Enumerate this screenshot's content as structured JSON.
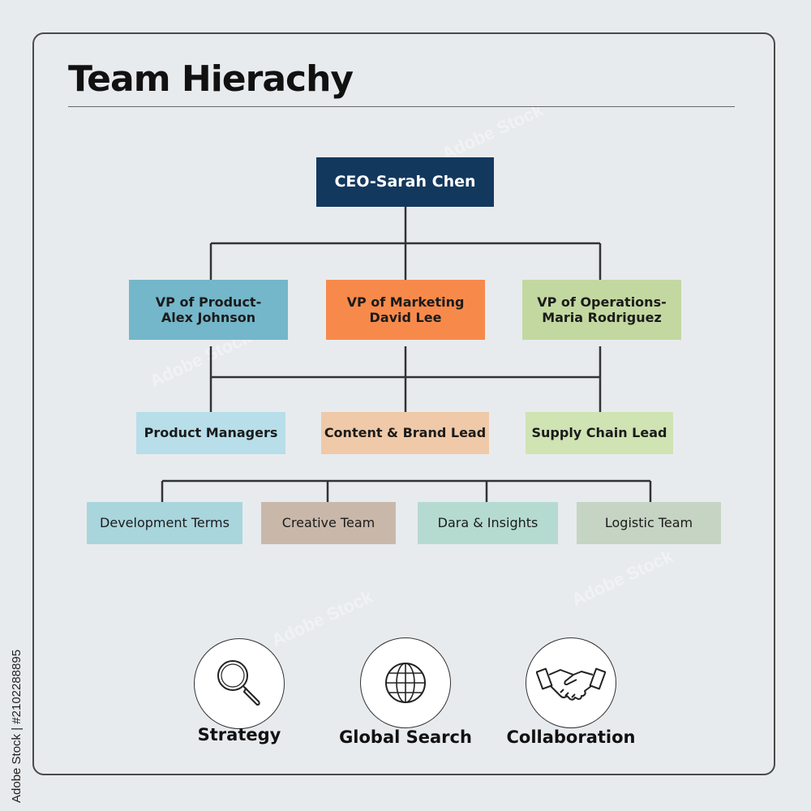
{
  "title": "Team Hierachy",
  "ceo": "CEO-Sarah Chen",
  "vps": [
    {
      "label": "VP of Product-\nAlex Johnson",
      "color": "#74b6ca"
    },
    {
      "label": "VP of Marketing\nDavid Lee",
      "color": "#f78a4b"
    },
    {
      "label": "VP of Operations-\nMaria Rodriguez",
      "color": "#c3d8a0"
    }
  ],
  "leads": [
    {
      "label": "Product Managers",
      "color": "#b7dee9"
    },
    {
      "label": "Content & Brand Lead",
      "color": "#efc9a8"
    },
    {
      "label": "Supply Chain Lead",
      "color": "#cfe3b3"
    }
  ],
  "teams": [
    {
      "label": "Development Terms",
      "color": "#a9d5dd"
    },
    {
      "label": "Creative Team",
      "color": "#c9b8aa"
    },
    {
      "label": "Dara & Insights",
      "color": "#b5dbd0"
    },
    {
      "label": "Logistic Team",
      "color": "#c6d4c3"
    }
  ],
  "icons": [
    {
      "icon": "magnifier-icon",
      "label": "Strategy"
    },
    {
      "icon": "globe-icon",
      "label": "Global Search"
    },
    {
      "icon": "handshake-icon",
      "label": "Collaboration"
    }
  ],
  "side_text": "Adobe Stock | #2102288895",
  "watermark": "Adobe Stock",
  "colors": {
    "ceo": "#13385e",
    "background": "#e8ebee",
    "lines": "#333333"
  }
}
